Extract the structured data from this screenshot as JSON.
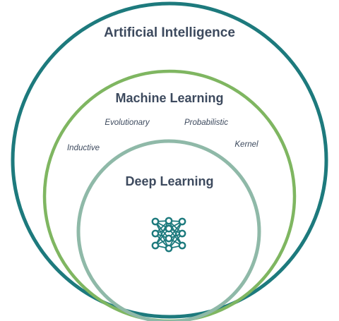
{
  "diagram": {
    "outer": {
      "label": "Artificial Intelligence",
      "color": "#1d7a7d"
    },
    "middle": {
      "label": "Machine Learning",
      "color": "#7fb661",
      "subfields": [
        "Evolutionary",
        "Probabilistic",
        "Inductive",
        "Kernel"
      ]
    },
    "inner": {
      "label": "Deep Learning",
      "color": "#8fb9a8"
    },
    "icon": {
      "name": "neural-network-icon",
      "color": "#1d7a7d"
    }
  }
}
